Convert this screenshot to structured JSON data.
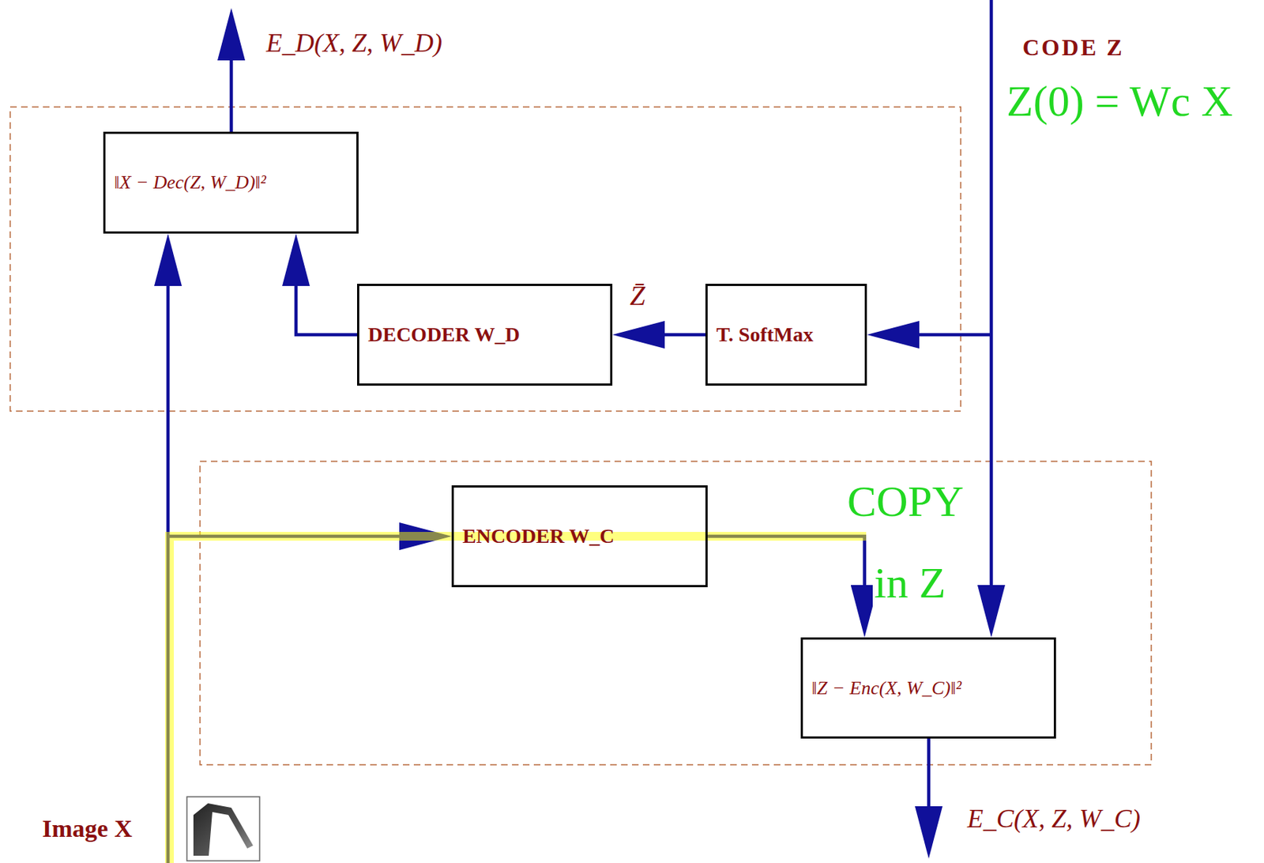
{
  "diagram": {
    "nodes": [
      {
        "text": [
          "‖X − Dec(Z, W_D)‖²"
        ]
      },
      {
        "text": [
          "DECODER W_D"
        ]
      },
      {
        "text": [
          "T. SoftMax"
        ]
      },
      {
        "text": [
          "ENCODER W_C"
        ]
      },
      {
        "text": [
          "‖Z − Enc(X, W_C)‖²"
        ]
      }
    ],
    "edges": [
      {
        "from": 1,
        "to": 0,
        "arrow": "to"
      },
      {
        "from": 2,
        "to": 1,
        "arrow": "to"
      },
      {
        "from": 3,
        "to": 4,
        "arrow": "to"
      }
    ],
    "labels": [
      "E_D(X, Z, W_D)",
      "CODE Z",
      "Z(0) = Wc X",
      "Z̄",
      "COPY",
      "in Z",
      "E_C(X, Z, W_C)",
      "Image X"
    ]
  }
}
